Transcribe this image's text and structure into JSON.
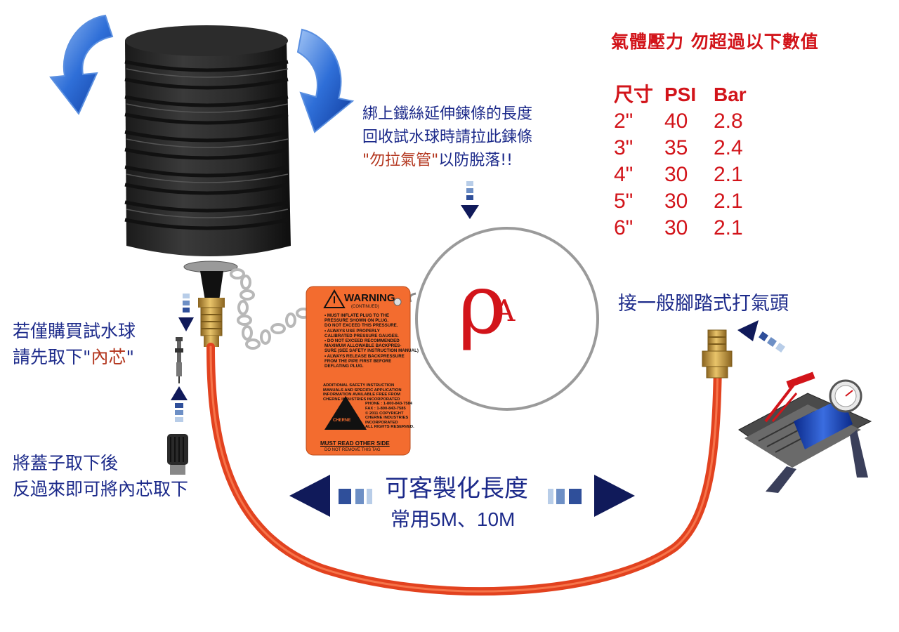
{
  "pressure_limits": {
    "title": "氣體壓力 勿超過以下數值",
    "headers": [
      "尺寸",
      "PSI",
      "Bar"
    ],
    "rows": [
      [
        "2\"",
        "40",
        "2.8"
      ],
      [
        "3\"",
        "35",
        "2.4"
      ],
      [
        "4\"",
        "30",
        "2.1"
      ],
      [
        "5\"",
        "30",
        "2.1"
      ],
      [
        "6\"",
        "30",
        "2.1"
      ]
    ]
  },
  "chain_note": {
    "line1": "綁上鐵絲延伸鍊條的長度",
    "line2": "回收試水球時請拉此鍊條",
    "line3_quoted": "\"勿拉氣管\"",
    "line3_rest": "以防脫落!!"
  },
  "pump_note": "接一般腳踏式打氣頭",
  "core_note": {
    "line1": "若僅購買試水球",
    "line2_prefix": "請先取下\"",
    "line2_highlight": "內芯",
    "line2_suffix": "\""
  },
  "cap_note": {
    "line1": "將蓋子取下後",
    "line2": "反過來即可將內芯取下"
  },
  "hose_length": {
    "title": "可客製化長度",
    "subtitle": "常用5M、10M"
  },
  "warning_tag": {
    "title": "WARNING",
    "continued": "(CONTINUED)",
    "lines": [
      "• MUST INFLATE PLUG TO THE",
      "PRESSURE SHOWN ON PLUG.",
      "DO NOT EXCEED THIS PRESSURE.",
      "• ALWAYS USE PROPERLY",
      "CALIBRATED PRESSURE GAUGES.",
      "• DO NOT EXCEED RECOMMENDED",
      "MAXIMUM ALLOWABLE BACKPRES-",
      "SURE (SEE SAFETY INSTRUCTION MANUAL)",
      "• ALWAYS RELEASE BACKPRESSURE",
      "FROM THE PIPE FIRST BEFORE",
      "DEFLATING PLUG."
    ],
    "info_lines": [
      "ADDITIONAL SAFETY INSTRUCTION",
      "MANUALS AND SPECIFIC APPLICATION",
      "INFORMATION AVAILABLE FREE FROM",
      "CHERNE INDUSTRIES INCORPORATED",
      "PHONE : 1-800-843-7584",
      "FAX : 1-800-843-7585",
      "© 2011 COPYRIGHT",
      "CHERNE INDUSTRIES",
      "INCORPORATED",
      "ALL RIGHTS RESERVED."
    ],
    "brand": "CHERNE",
    "footer1": "MUST READ OTHER SIDE",
    "footer2": "DO NOT REMOVE THIS TAG"
  },
  "logo": {
    "glyph1": "ρ",
    "glyph2": "A"
  },
  "colors": {
    "note_blue": "#1c2a8a",
    "limit_red": "#d2141a",
    "tag_orange": "#f36c2f",
    "hose_red": "#e2421f",
    "brass": "#c99b3a"
  },
  "icons": [
    "rotate-left-arrow-icon",
    "rotate-right-arrow-icon",
    "down-arrow-icon",
    "up-arrow-icon",
    "diagonal-arrow-icon",
    "left-arrow-icon",
    "right-arrow-icon"
  ]
}
